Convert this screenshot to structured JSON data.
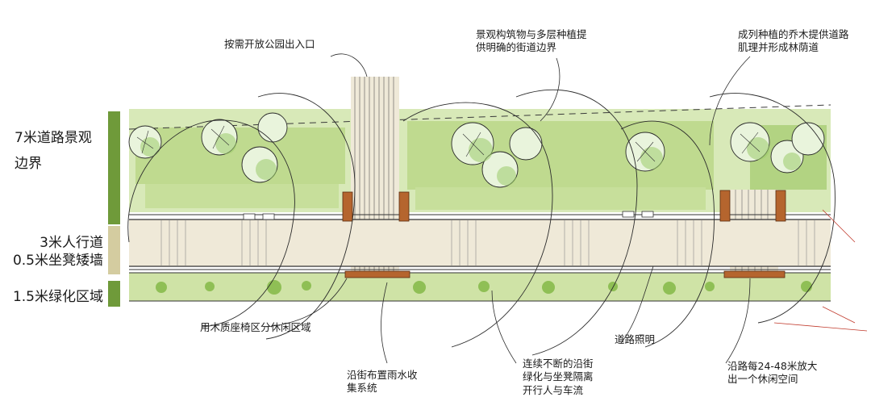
{
  "legend": {
    "sections": [
      {
        "id": "boundary",
        "label_lines": [
          "7米道路景观",
          "边界"
        ],
        "color": "#6f9a3a"
      },
      {
        "id": "sidewalk",
        "label_lines": [
          "3米人行道",
          "0.5米坐凳矮墙"
        ],
        "color": "#d4cca0"
      },
      {
        "id": "green",
        "label_lines": [
          "1.5米绿化区域"
        ],
        "color": "#6f9a3a"
      }
    ]
  },
  "annotations": {
    "park_entry": "按需开放公园出入口",
    "structures_lines": [
      "景观构筑物与多层种植提",
      "供明确的街道边界"
    ],
    "tree_rows_lines": [
      "成列种植的乔木提供道路",
      "肌理并形成林荫道"
    ],
    "wood_seating": "用木质座椅区分休闲区域",
    "rainwater_lines": [
      "沿街布置雨水收",
      "集系统"
    ],
    "continuous_green_lines": [
      "连续不断的沿街",
      "绿化与坐凳隔离",
      "开行人与车流"
    ],
    "street_lighting": "道路照明",
    "rest_space_lines": [
      "沿路每24-48米放大",
      "出一个休闲空间"
    ]
  },
  "colors": {
    "grass_light": "#cfe3a6",
    "grass_mid": "#a9cd74",
    "grass_dark": "#6f9a3a",
    "paving": "#efe9d8",
    "wood": "#b5652e",
    "ink": "#2b2b2b",
    "red_guideline": "#c0392b"
  }
}
